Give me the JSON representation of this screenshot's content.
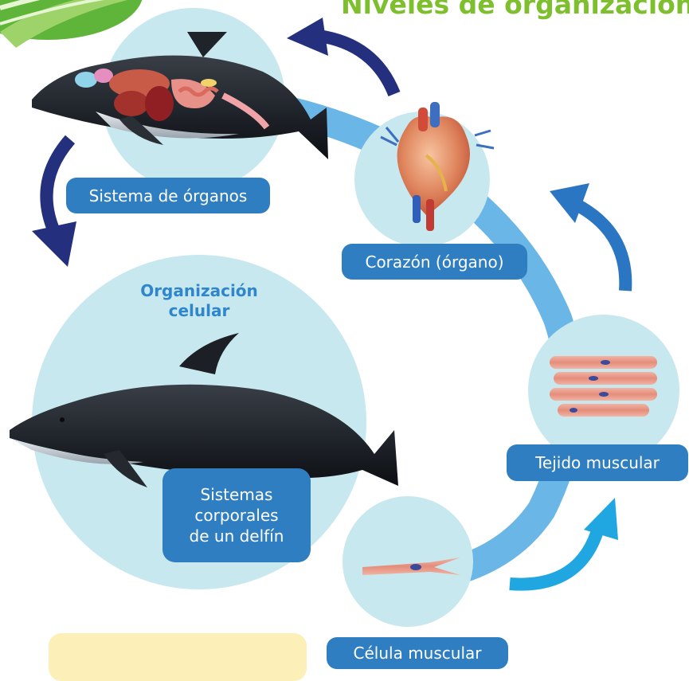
{
  "title": "Niveles de organización",
  "labels": {
    "sistema_organos": "Sistema de órganos",
    "corazon": "Corazón (órgano)",
    "tejido": "Tejido muscular",
    "celula": "Célula muscular",
    "sistemas_corporales": [
      "Sistemas",
      "corporales",
      "de un delfín"
    ]
  },
  "center_title": [
    "Organización",
    "celular"
  ],
  "colors": {
    "title": "#7dbf2c",
    "label_bg": "#2f7ec2",
    "circle": "#c7e8ee",
    "ring": "#5aaee3",
    "arrow_dark": "#24307e",
    "arrow_blue": "#2b76c2",
    "arrow_light": "#20a6e0",
    "note": "#fcefb7"
  },
  "icons": [
    "dolphin-anatomy-icon",
    "heart-organ-icon",
    "muscle-tissue-icon",
    "muscle-cell-icon",
    "dolphin-icon"
  ]
}
